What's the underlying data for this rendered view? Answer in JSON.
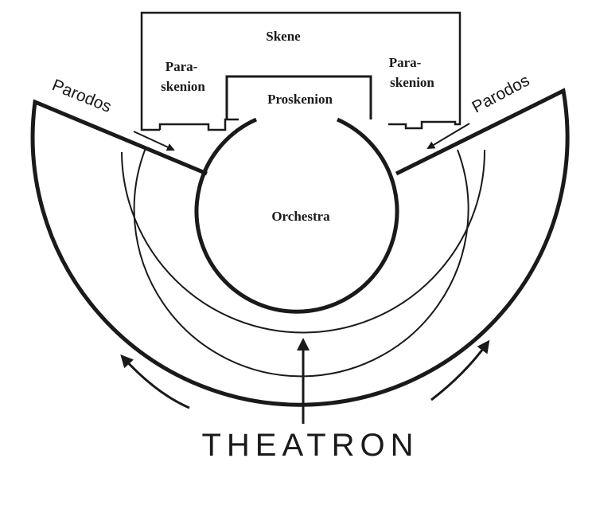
{
  "labels": {
    "skene": "Skene",
    "paraskenion_left_line1": "Para-",
    "paraskenion_left_line2": "skenion",
    "paraskenion_right_line1": "Para-",
    "paraskenion_right_line2": "skenion",
    "proskenion": "Proskenion",
    "parodos_left": "Parodos",
    "parodos_right": "Parodos",
    "orchestra": "Orchestra",
    "theatron": "THEATRON"
  },
  "colors": {
    "line": "#1a1a1a",
    "background": "#ffffff"
  }
}
